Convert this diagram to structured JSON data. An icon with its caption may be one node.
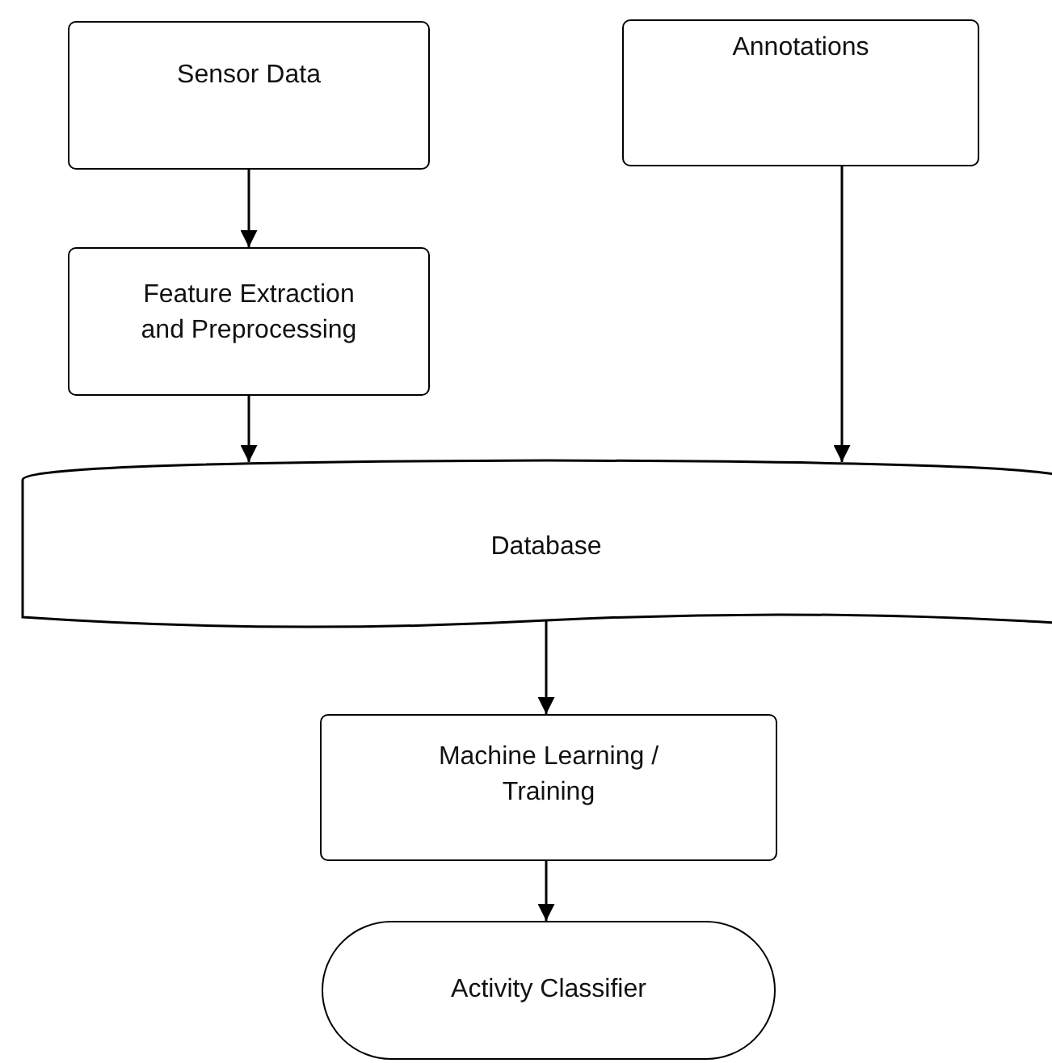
{
  "diagram": {
    "nodes": [
      {
        "text": [
          "Sensor Data"
        ]
      },
      {
        "text": [
          "Annotations"
        ]
      },
      {
        "text": [
          "Feature Extraction and Preprocessing"
        ]
      },
      {
        "text": [
          "Database"
        ]
      },
      {
        "text": [
          "Machine Learning / Training"
        ]
      },
      {
        "text": [
          "Activity Classifier"
        ]
      }
    ],
    "edges": [
      {
        "from": 0,
        "to": 2,
        "arrow": "to"
      },
      {
        "from": 2,
        "to": 3,
        "arrow": "to"
      },
      {
        "from": 1,
        "to": 3,
        "arrow": "to"
      },
      {
        "from": 3,
        "to": 4,
        "arrow": "to"
      },
      {
        "from": 4,
        "to": 5,
        "arrow": "to"
      }
    ]
  }
}
